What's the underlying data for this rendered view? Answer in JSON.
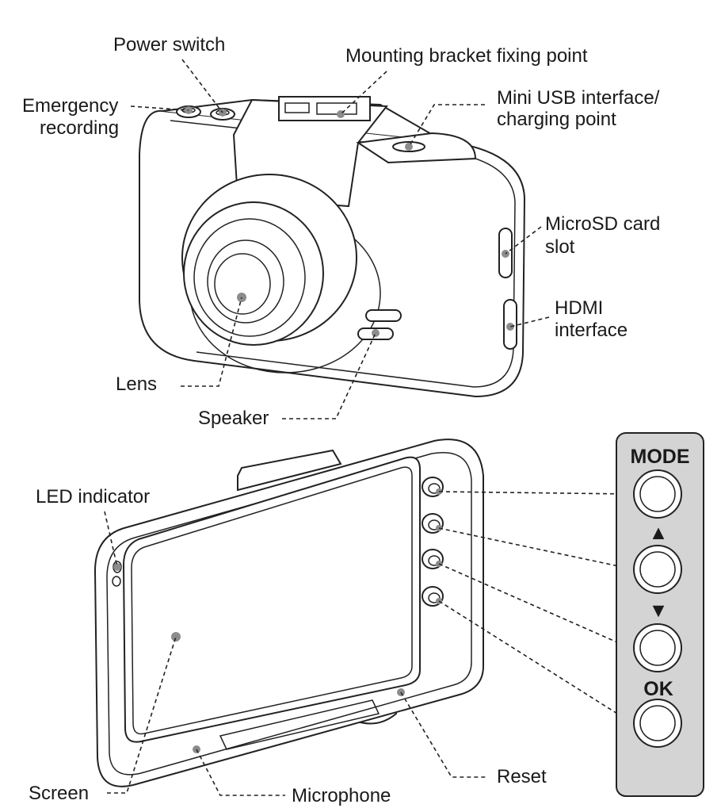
{
  "labels": {
    "power_switch": "Power switch",
    "mounting": "Mounting bracket fixing point",
    "emergency_1": "Emergency",
    "emergency_2": "recording",
    "mini_usb_1": "Mini USB interface/",
    "mini_usb_2": "charging point",
    "microsd_1": "MicroSD card",
    "microsd_2": "slot",
    "hdmi_1": "HDMI",
    "hdmi_2": "interface",
    "lens": "Lens",
    "speaker": "Speaker",
    "led_indicator": "LED indicator",
    "screen": "Screen",
    "microphone": "Microphone",
    "reset": "Reset"
  },
  "button_panel": {
    "mode": "MODE",
    "up": "▲",
    "down": "▼",
    "ok": "OK"
  },
  "colors": {
    "line": "#222222",
    "panel_fill": "#d4d4d4",
    "marker_dot": "#8c8c8c"
  }
}
